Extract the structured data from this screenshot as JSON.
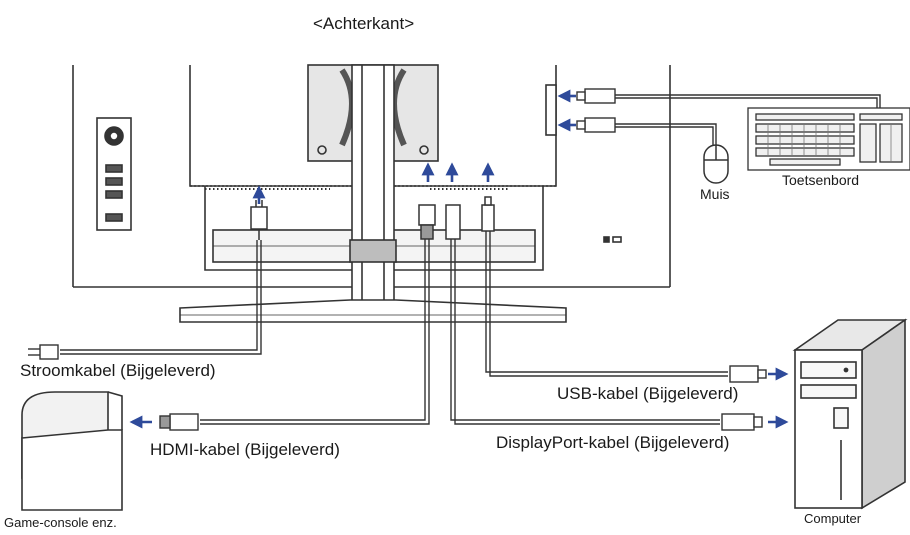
{
  "title": "<Achterkant>",
  "labels": {
    "muis": "Muis",
    "toetsenbord": "Toetsenbord",
    "stroomkabel": "Stroomkabel (Bijgeleverd)",
    "hdmi": "HDMI-kabel (Bijgeleverd)",
    "usb": "USB-kabel (Bijgeleverd)",
    "displayport": "DisplayPort-kabel (Bijgeleverd)",
    "game_console": "Game-console enz.",
    "computer": "Computer"
  },
  "colors": {
    "line": "#333333",
    "arrow": "#2e4a9a",
    "fill_light": "#f2f2f2",
    "fill_mid": "#d9d9d9",
    "fill_dark": "#8a8a8a"
  }
}
